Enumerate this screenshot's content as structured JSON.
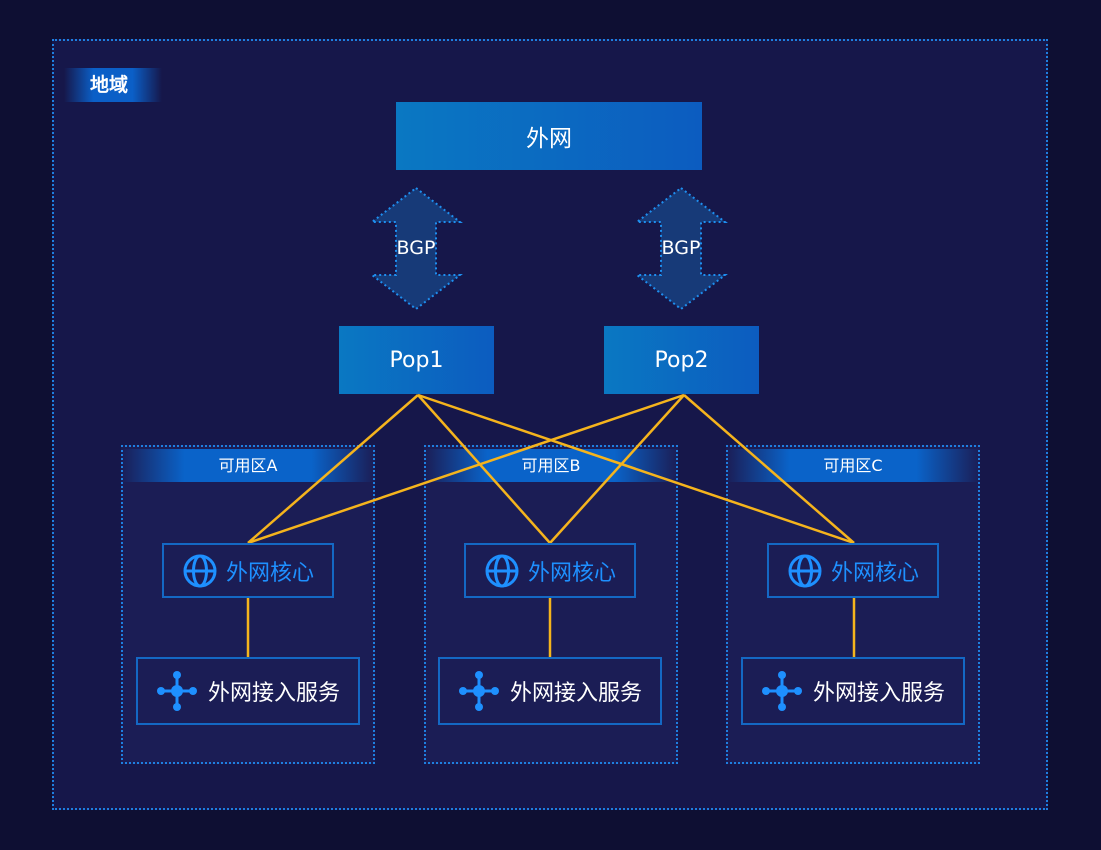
{
  "region": {
    "label": "地域"
  },
  "internet": {
    "label": "外网"
  },
  "bgp": [
    {
      "label": "BGP"
    },
    {
      "label": "BGP"
    }
  ],
  "pops": [
    {
      "label": "Pop1"
    },
    {
      "label": "Pop2"
    }
  ],
  "zones": [
    {
      "label": "可用区A",
      "core": "外网核心",
      "service": "外网接入服务"
    },
    {
      "label": "可用区B",
      "core": "外网核心",
      "service": "外网接入服务"
    },
    {
      "label": "可用区C",
      "core": "外网核心",
      "service": "外网接入服务"
    }
  ],
  "colors": {
    "link": "#f5b41d",
    "accent": "#1e90ff",
    "box": "#0c5cc0"
  },
  "icons": {
    "core": "globe-icon",
    "service": "network-node-icon"
  }
}
